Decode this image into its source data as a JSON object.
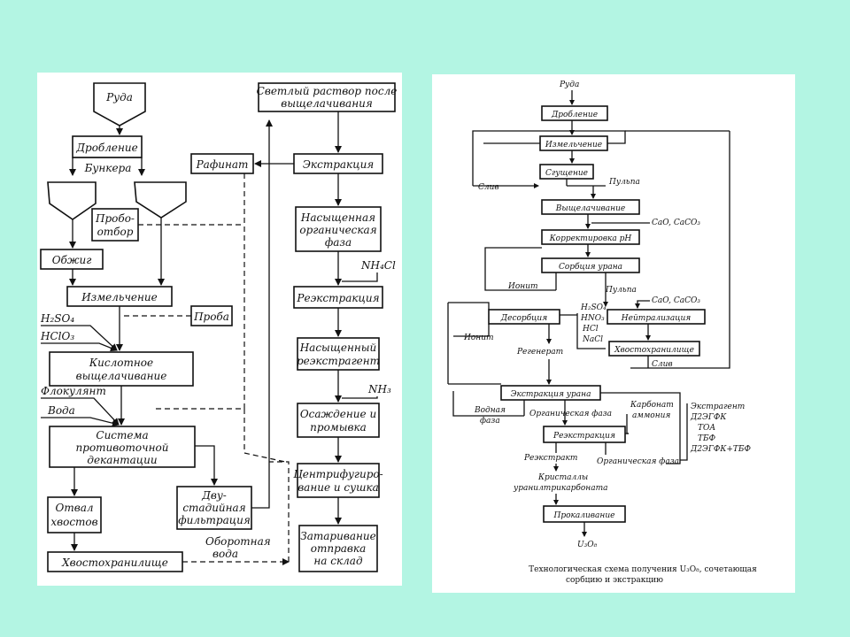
{
  "left": {
    "ore": "Руда",
    "crushing": "Дробление",
    "bunkers": "Бункера",
    "sampling": [
      "Пробо-",
      "отбор"
    ],
    "roasting": "Обжиг",
    "grinding": "Измельчение",
    "h2so4": "H₂SO₄",
    "hclo3": "HClO₃",
    "sample": "Проба",
    "acid_leach": [
      "Кислотное",
      "выщелачивание"
    ],
    "flocculant": "Флокулянт",
    "water": "Вода",
    "ccd": [
      "Система",
      "противоточной",
      "декантации"
    ],
    "tailings_dump": [
      "Отвал",
      "хвостов"
    ],
    "two_stage_filtration": [
      "Дву-",
      "стадийная",
      "фильтрация"
    ],
    "tailings_pond": "Хвостохранилище",
    "recycle_water": [
      "Оборотная",
      "вода"
    ],
    "raffinate": "Рафинат",
    "pregnant_solution": [
      "Светлый раствор после",
      "выщелачивания"
    ],
    "extraction": "Экстракция",
    "loaded_organic": [
      "Насыщенная",
      "органическая",
      "фаза"
    ],
    "nh4cl": "NH₄Cl",
    "stripping": "Реэкстракция",
    "loaded_strip": [
      "Насыщенный",
      "реэкстрагент"
    ],
    "nh3": "NH₃",
    "precip_wash": [
      "Осаждение и",
      "промывка"
    ],
    "centrifuge_dry": [
      "Центрифугиро-",
      "вание и сушка"
    ],
    "packing": [
      "Затаривание",
      "отправка",
      "на склад"
    ]
  },
  "right": {
    "ore": "Руда",
    "crushing": "Дробление",
    "grinding": "Измельчение",
    "thickening": "Сгущение",
    "overflow": "Слив",
    "pulp": "Пульпа",
    "leaching": "Выщелачивание",
    "cao_caco3": "CaO, CaCO₃",
    "ph_adjust": "Корректировка pH",
    "uranium_sorption": "Сорбция урана",
    "ionite": "Ионит",
    "pulp2": "Пульпа",
    "cao_caco3_2": "CaO, CaCO₃",
    "desorption": "Десорбция",
    "reagents": [
      "H₂SO₄",
      "HNO₃",
      "HCl",
      "NaCl"
    ],
    "neutralization": "Нейтрализация",
    "ionite2": "Ионит",
    "tailings_pond": "Хвостохранилище",
    "regenerate": "Регенерат",
    "overflow2": "Слив",
    "uranium_extraction": "Экстракция урана",
    "aqueous_phase": [
      "Водная",
      "фаза"
    ],
    "organic_phase": "Органическая фаза",
    "ammonium_carbonate": [
      "Карбонат",
      "аммония"
    ],
    "extractant_label": "Экстрагент",
    "extractants": [
      "Д2ЭГФК",
      "ТОА",
      "ТБФ",
      "Д2ЭГФК+ТБФ"
    ],
    "stripping": "Реэкстракция",
    "strip_solution": "Реэкстракт",
    "organic_phase2": "Органическая фаза",
    "crystals": [
      "Кристаллы",
      "уранилтрикарбоната"
    ],
    "calcination": "Прокаливание",
    "product": "U₃O₈",
    "caption": [
      "Технологическая схема получения U₃O₈, сочетающая",
      "сорбцию и экстракцию"
    ]
  }
}
